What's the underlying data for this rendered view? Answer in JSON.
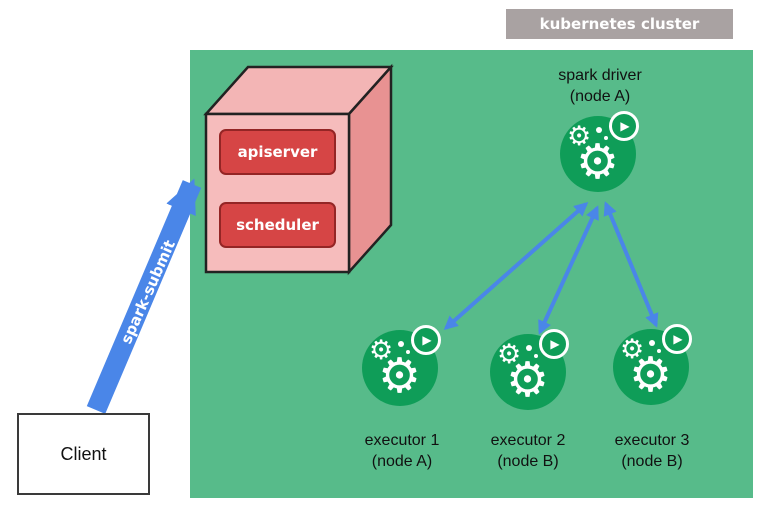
{
  "cluster_label": "kubernetes cluster",
  "control_plane": {
    "apiserver": "apiserver",
    "scheduler": "scheduler"
  },
  "driver": {
    "name": "spark driver",
    "node": "(node A)"
  },
  "executors": [
    {
      "name": "executor 1",
      "node": "(node A)"
    },
    {
      "name": "executor 2",
      "node": "(node B)"
    },
    {
      "name": "executor 3",
      "node": "(node B)"
    }
  ],
  "client": {
    "label": "Client"
  },
  "submit_arrow": {
    "label": "spark-submit"
  },
  "icons": {
    "gear": "⚙",
    "play": "▶"
  },
  "colors": {
    "cluster_bg": "#57bb8a",
    "pod_green": "#0f9d58",
    "arrow_blue": "#4a86e8",
    "control_plane_red": "#d64545",
    "cube_front": "#f6bcbc",
    "cube_top": "#f3b5b5",
    "cube_side": "#e89292",
    "label_gray": "#a9a2a2"
  }
}
